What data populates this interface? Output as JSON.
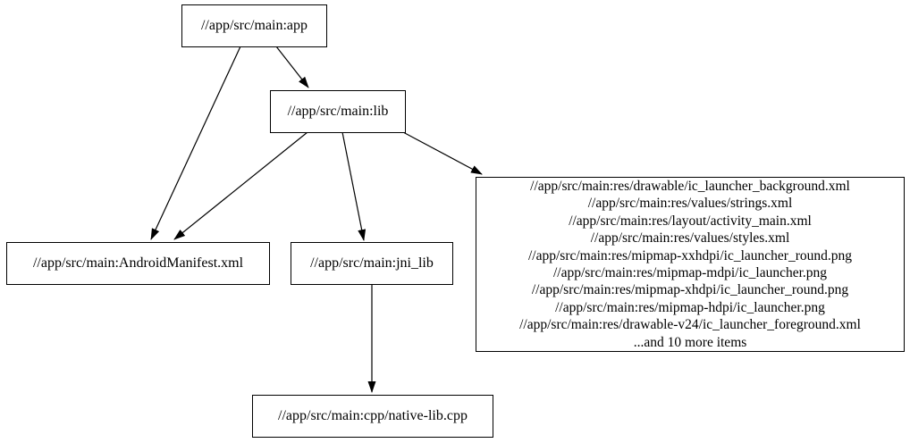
{
  "graph": {
    "background_color": "#ffffff",
    "node_border_color": "#000000",
    "edge_color": "#000000",
    "text_color": "#000000",
    "nodes": {
      "app": {
        "label": "//app/src/main:app"
      },
      "lib": {
        "label": "//app/src/main:lib"
      },
      "android_manifest": {
        "label": "//app/src/main:AndroidManifest.xml"
      },
      "jni_lib": {
        "label": "//app/src/main:jni_lib"
      },
      "native_lib_cpp": {
        "label": "//app/src/main:cpp/native-lib.cpp"
      },
      "res_group": {
        "lines": [
          "//app/src/main:res/drawable/ic_launcher_background.xml",
          "//app/src/main:res/values/strings.xml",
          "//app/src/main:res/layout/activity_main.xml",
          "//app/src/main:res/values/styles.xml",
          "//app/src/main:res/mipmap-xxhdpi/ic_launcher_round.png",
          "//app/src/main:res/mipmap-mdpi/ic_launcher.png",
          "//app/src/main:res/mipmap-xhdpi/ic_launcher_round.png",
          "//app/src/main:res/mipmap-hdpi/ic_launcher.png",
          "//app/src/main:res/drawable-v24/ic_launcher_foreground.xml",
          "...and 10 more items"
        ]
      }
    },
    "edges": [
      {
        "from": "app",
        "to": "lib"
      },
      {
        "from": "app",
        "to": "android_manifest"
      },
      {
        "from": "lib",
        "to": "android_manifest"
      },
      {
        "from": "lib",
        "to": "jni_lib"
      },
      {
        "from": "lib",
        "to": "res_group"
      },
      {
        "from": "jni_lib",
        "to": "native_lib_cpp"
      }
    ]
  }
}
